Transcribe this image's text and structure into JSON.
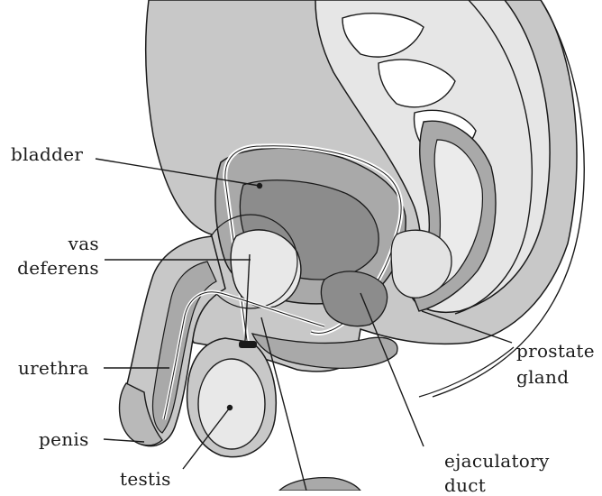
{
  "labels": {
    "bladder": "bladder",
    "vas_deferens_line1": "vas",
    "vas_deferens_line2": "deferens",
    "urethra": "urethra",
    "penis": "penis",
    "testis": "testis",
    "prostate_line1": "prostate",
    "prostate_line2": "gland",
    "ejaculatory_line1": "ejaculatory",
    "ejaculatory_line2": "duct"
  },
  "colors": {
    "outer_tissue": "#c8c8c8",
    "mid_tissue": "#a9a9a9",
    "dark_tissue": "#8c8c8c",
    "light_organ": "#e8e8e8",
    "outline": "#1a1a1a",
    "background": "#ffffff"
  }
}
